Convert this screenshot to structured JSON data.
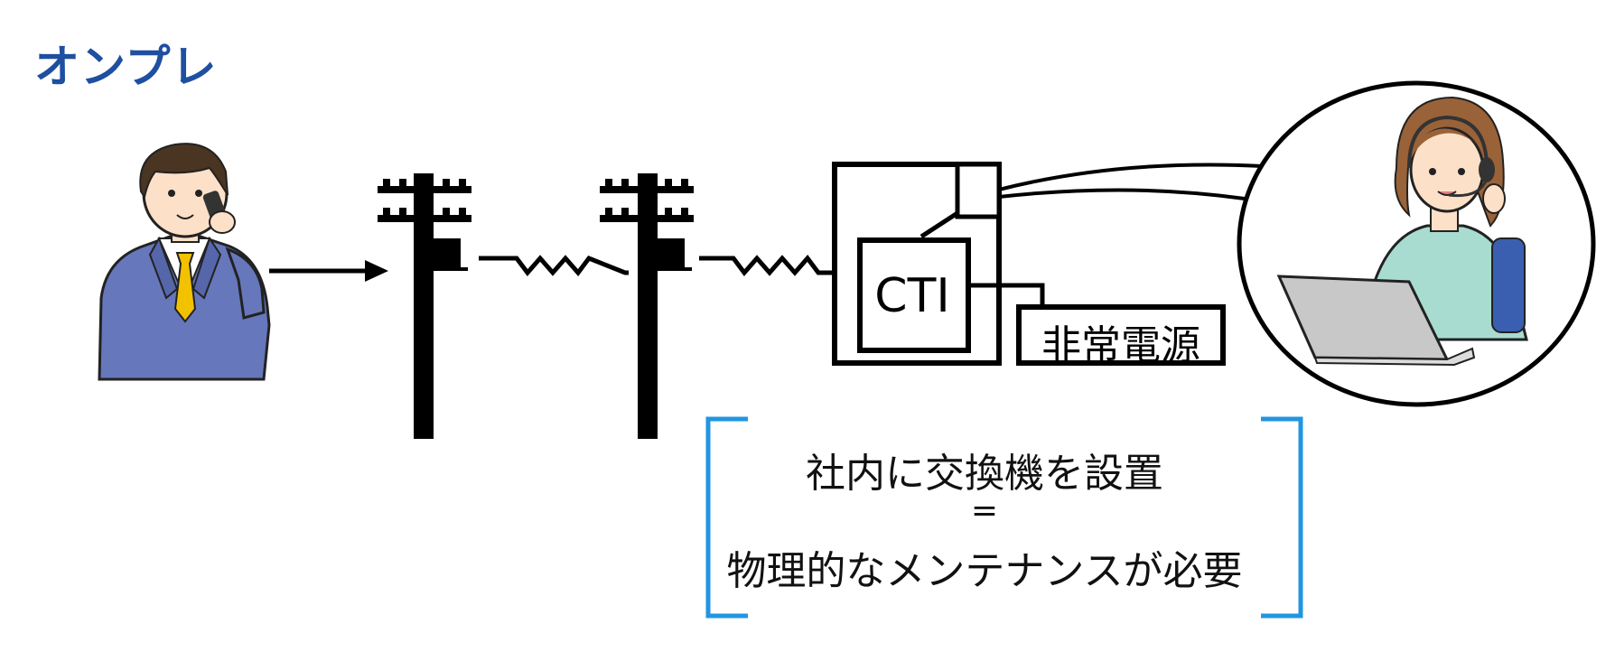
{
  "heading": "オンプレ",
  "cti_label": "CTI",
  "power_label": "非常電源",
  "note": {
    "line1": "社内に交換機を設置",
    "line2": "=",
    "line3": "物理的なメンテナンスが必要"
  },
  "colors": {
    "heading": "#1e4fa0",
    "bracket": "#2196e0",
    "suit": "#6677bb",
    "tie": "#f2c200",
    "shirt_operator": "#a8dcd0",
    "laptop": "#c8c8c8"
  },
  "icons": [
    "caller-man-icon",
    "telephone-pole-icon",
    "operator-woman-icon",
    "laptop-icon",
    "resistor-line-icon"
  ]
}
